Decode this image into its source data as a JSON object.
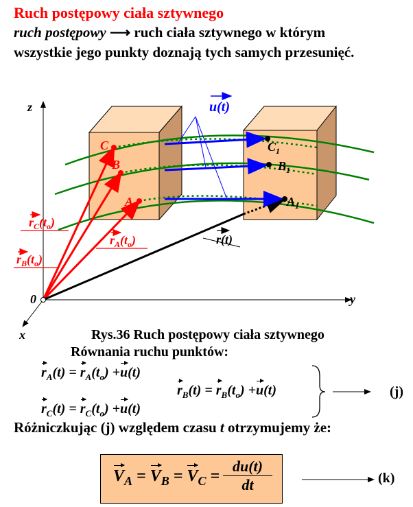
{
  "title": "Ruch postępowy ciała sztywnego",
  "definition": {
    "term": "ruch postępowy",
    "text1": "ruch ciała sztywnego w którym",
    "text2": "wszystkie jego punkty doznają tych samych przesunięć."
  },
  "diagram": {
    "axes": {
      "z": "z",
      "y": "y",
      "x": "x",
      "origin": "0"
    },
    "points": {
      "A": "A",
      "B": "B",
      "C": "C",
      "A1": "A",
      "A1_sub": "1",
      "B1": "B",
      "B1_sub": "1",
      "C1": "C",
      "C1_sub": "1"
    },
    "labels": {
      "u": "u(t)",
      "r": "r(t)",
      "rA": "r",
      "rA_sub": "A",
      "rA_arg": "(t",
      "rA_arg_sub": "o",
      "rB": "r",
      "rB_sub": "B",
      "rB_arg": "(t",
      "rB_arg_sub": "o",
      "rC": "r",
      "rC_sub": "C",
      "rC_arg": "(t",
      "rC_arg_sub": "o",
      "close": ")"
    },
    "colors": {
      "box": "#fdc896",
      "box_side": "#c8966a",
      "box_top": "#fedcb8",
      "trajectory": "#008000",
      "displacement": "#0000ff",
      "position": "#ff0000"
    }
  },
  "caption": "Rys.36 Ruch postępowy ciała sztywnego",
  "equations": {
    "heading": "Równania ruchu punktów:",
    "eqA": {
      "r": "r",
      "sub": "A",
      "lhs": "(t) =",
      "r2": "r",
      "sub2": "A",
      "arg": "(t",
      "argsub": "o",
      "plus": ") +",
      "u": "u",
      "ut": "(t)"
    },
    "eqB": {
      "r": "r",
      "sub": "B",
      "lhs": "(t) =",
      "r2": "r",
      "sub2": "B",
      "arg": "(t",
      "argsub": "o",
      "plus": ") +",
      "u": "u",
      "ut": "(t)"
    },
    "eqC": {
      "r": "r",
      "sub": "C",
      "lhs": "(t) =",
      "r2": "r",
      "sub2": "C",
      "arg": "(t",
      "argsub": "o",
      "plus": ") +",
      "u": "u",
      "ut": "(t)"
    },
    "label_j": "(j)",
    "differentiate": "Różniczkując (j) względem czasu",
    "t": "t",
    "differentiate_end": "otrzymujemy że:",
    "result": {
      "V": "V",
      "A": "A",
      "B": "B",
      "C": "C",
      "eq": "=",
      "num": "du(t)",
      "den": "dt"
    },
    "label_k": "(k)"
  }
}
